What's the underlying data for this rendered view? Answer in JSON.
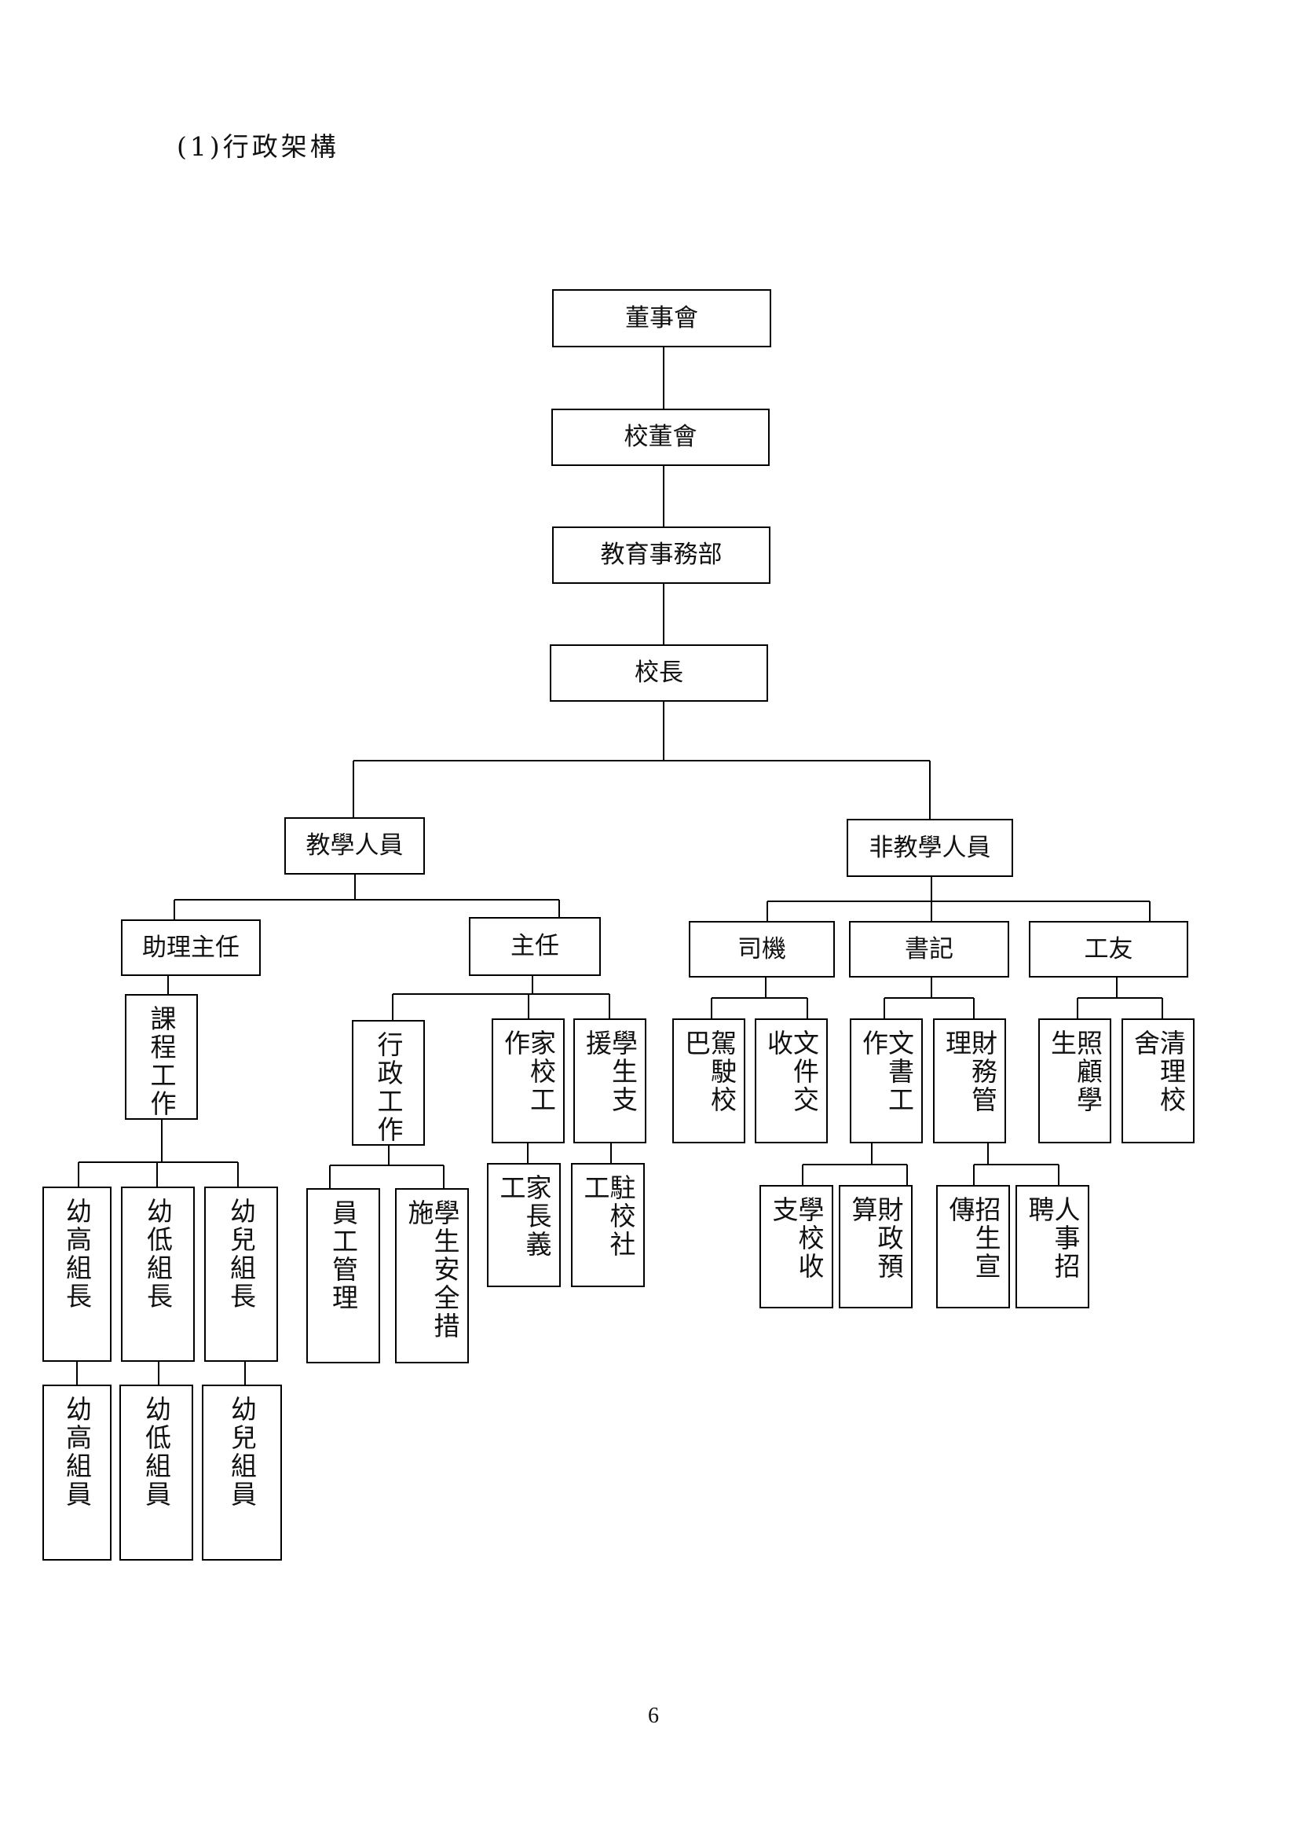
{
  "page": {
    "title": "(1)行政架構",
    "page_number": "6"
  },
  "nodes": {
    "board_directors": "董事會",
    "school_board": "校董會",
    "education_bureau": "教育事務部",
    "principal": "校長",
    "teaching_staff": "教學人員",
    "non_teaching_staff": "非教學人員",
    "assistant_director": "助理主任",
    "director": "主任",
    "driver": "司機",
    "clerk": "書記",
    "janitor": "工友",
    "curriculum_work": "課程工作",
    "admin_work": "行政工作",
    "home_school_work": "家校工作",
    "student_support": "學生支援",
    "drive_bus": "駕駛校巴",
    "document_handling": "文件交收",
    "clerical_work": "文書工作",
    "finance_management": "財務管理",
    "care_students": "照顧學生",
    "clean_school": "清理校舍",
    "k3_leader": "幼高組長",
    "k2_leader": "幼低組長",
    "k1_leader": "幼兒組長",
    "staff_management": "員工管理",
    "safety_measures": "學生安全措施",
    "parent_volunteers": "家長義工",
    "school_social_worker": "駐校社工",
    "school_income_expense": "學校收支",
    "financial_budget": "財政預算",
    "admissions_promotion": "招生宣傳",
    "hr_recruitment": "人事招聘",
    "k3_member": "幼高組員",
    "k2_member": "幼低組員",
    "k1_member": "幼兒組員"
  }
}
